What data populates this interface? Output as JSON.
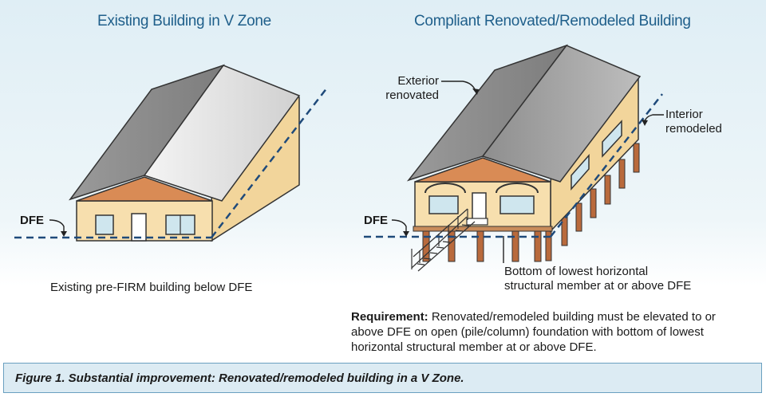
{
  "headings": {
    "left": "Existing Building in V Zone",
    "right": "Compliant Renovated/Remodeled Building"
  },
  "labels": {
    "dfe_left": "DFE",
    "dfe_right": "DFE",
    "exterior": [
      "Exterior",
      "renovated"
    ],
    "interior": [
      "Interior",
      "remodeled"
    ],
    "bottom_member": [
      "Bottom of lowest horizontal",
      "structural member at or above DFE"
    ],
    "caption_left": "Existing pre-FIRM building below DFE"
  },
  "requirement": {
    "bold": "Requirement:",
    "text": " Renovated/remodeled building must be elevated to or above DFE on open (pile/column) foundation with bottom of lowest horizontal structural member at or above DFE."
  },
  "figure_caption": "Figure 1.  Substantial improvement: Renovated/remodeled building in a V Zone.",
  "colors": {
    "roof_light": "#e6e6e6",
    "roof_dark": "#8c8c8c",
    "wall": "#f5dca8",
    "gable": "#d98b55",
    "window": "#cfe6ee",
    "pile": "#b96a3c",
    "dfe_line": "#1f4a7a",
    "heading": "#1f5f8b"
  }
}
